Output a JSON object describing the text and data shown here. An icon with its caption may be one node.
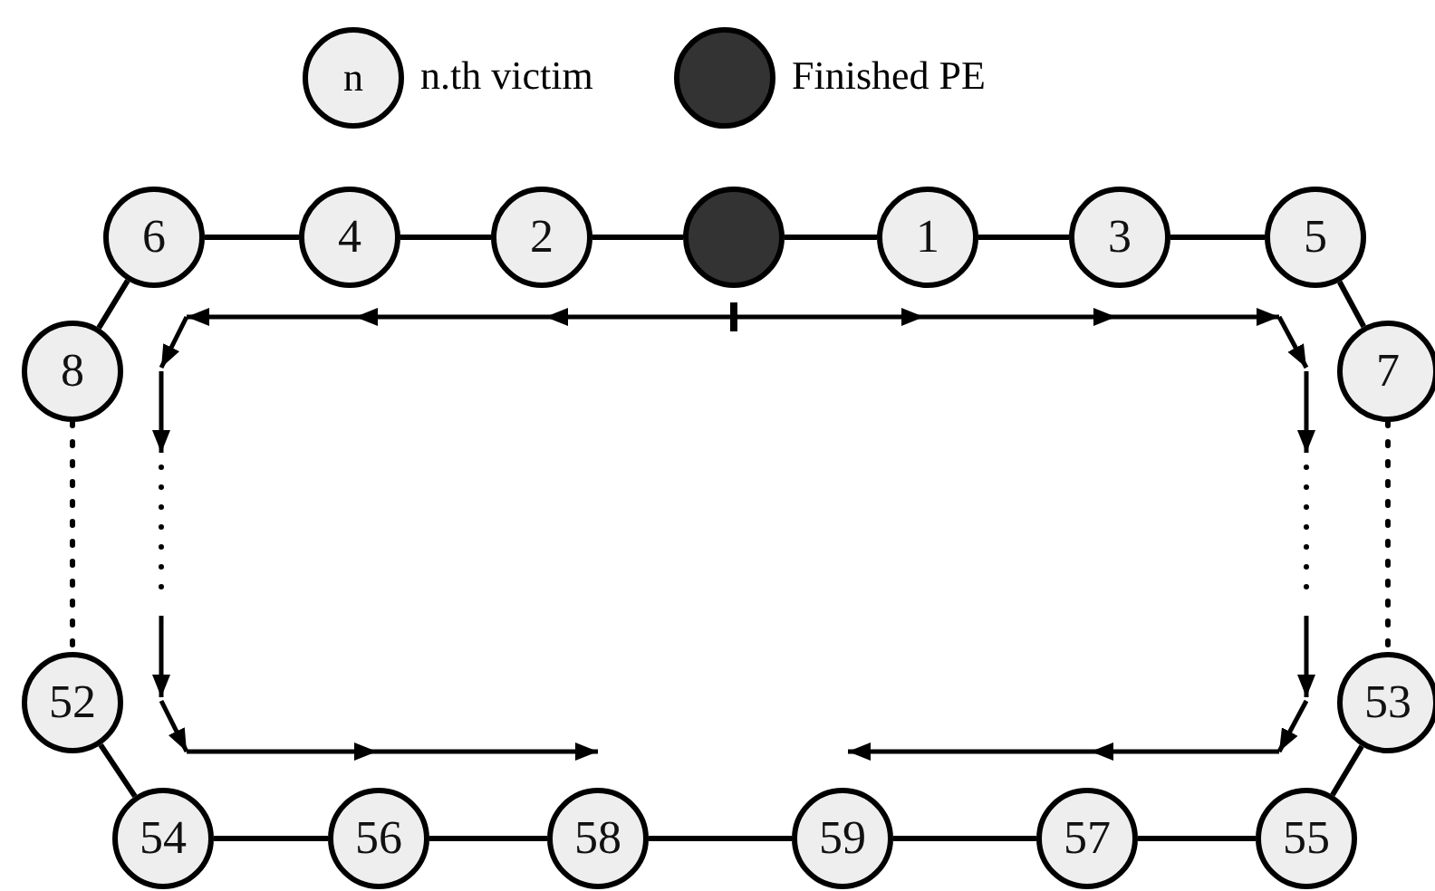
{
  "diagram": {
    "nodes": [
      {
        "text": [
          "6"
        ]
      },
      {
        "text": [
          "4"
        ]
      },
      {
        "text": [
          "2"
        ]
      },
      {
        "text": [],
        "shape": "circle"
      },
      {
        "text": [
          "1"
        ]
      },
      {
        "text": [
          "3"
        ]
      },
      {
        "text": [
          "5"
        ]
      },
      {
        "text": [
          "8"
        ]
      },
      {
        "text": [
          "7"
        ]
      },
      {
        "text": [
          "52"
        ]
      },
      {
        "text": [
          "53"
        ]
      },
      {
        "text": [
          "54"
        ]
      },
      {
        "text": [
          "56"
        ]
      },
      {
        "text": [
          "58"
        ]
      },
      {
        "text": [
          "59"
        ]
      },
      {
        "text": [
          "57"
        ]
      },
      {
        "text": [
          "55"
        ]
      }
    ],
    "edges": [
      {
        "from": 0,
        "to": 1,
        "arrow": "none"
      },
      {
        "from": 1,
        "to": 2,
        "arrow": "none"
      },
      {
        "from": 2,
        "to": 3,
        "arrow": "none"
      },
      {
        "from": 3,
        "to": 4,
        "arrow": "none"
      },
      {
        "from": 4,
        "to": 5,
        "arrow": "none"
      },
      {
        "from": 5,
        "to": 6,
        "arrow": "none"
      },
      {
        "from": 0,
        "to": 7,
        "arrow": "none"
      },
      {
        "from": 6,
        "to": 8,
        "arrow": "none"
      },
      {
        "from": 7,
        "to": 9,
        "arrow": "none",
        "style": "dashed"
      },
      {
        "from": 8,
        "to": 10,
        "arrow": "none",
        "style": "dashed"
      },
      {
        "from": 9,
        "to": 11,
        "arrow": "none"
      },
      {
        "from": 10,
        "to": 16,
        "arrow": "none"
      },
      {
        "from": 11,
        "to": 12,
        "arrow": "none"
      },
      {
        "from": 12,
        "to": 13,
        "arrow": "none"
      },
      {
        "from": 13,
        "to": 14,
        "arrow": "none"
      },
      {
        "from": 14,
        "to": 15,
        "arrow": "none"
      },
      {
        "from": 15,
        "to": 16,
        "arrow": "none"
      }
    ],
    "labels": [
      "n"
    ],
    "legend": [
      {
        "text": "n.th victim",
        "color": "#eeeeee"
      },
      {
        "text": "Finished PE",
        "color": "#333333"
      }
    ]
  }
}
